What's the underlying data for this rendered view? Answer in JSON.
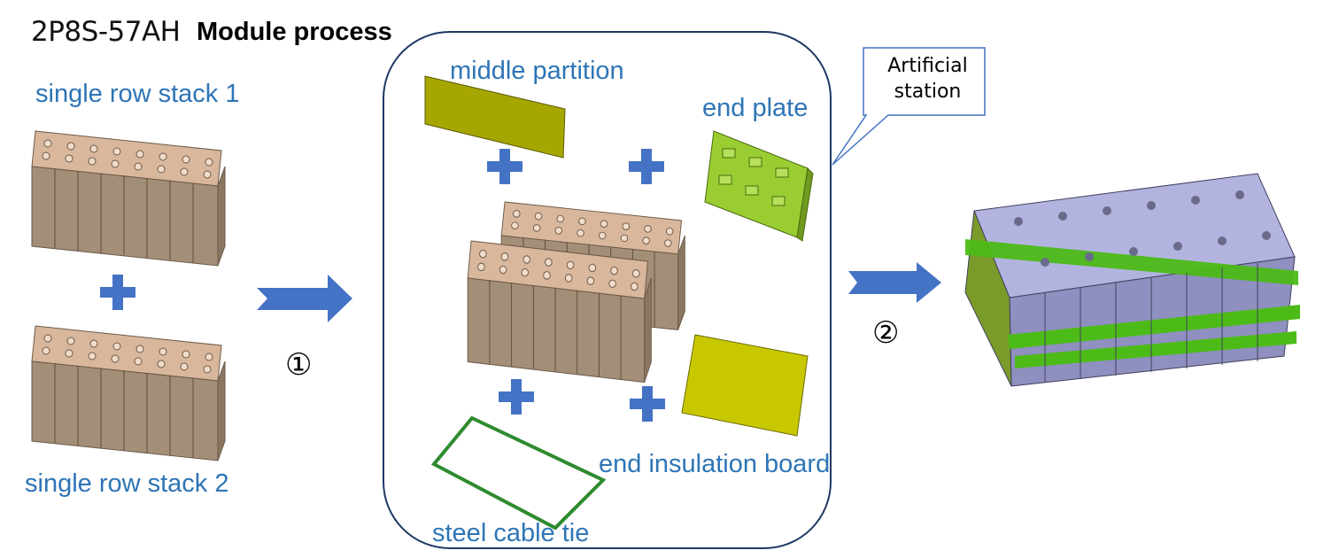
{
  "title": {
    "code": "2P8S-57AH",
    "main": "Module process"
  },
  "labels": {
    "stack1": "single row stack 1",
    "stack2": "single row stack 2",
    "middle_partition": "middle partition",
    "end_plate": "end plate",
    "end_insulation_board": "end insulation board",
    "steel_cable_tie": "steel cable tie"
  },
  "steps": {
    "step1": "①",
    "step2": "②"
  },
  "callout": {
    "line1": "Artificial",
    "line2": "station"
  },
  "colors": {
    "label_blue": "#2e75b6",
    "plus_blue": "#4472c4",
    "arrow_blue": "#4472c4",
    "cell_tan": "#d9b79c",
    "cell_side": "#9e8a73",
    "partition_olive": "#a6a600",
    "end_plate_green": "#9acd32",
    "insulation_yellow": "#c8c800",
    "cable_tie_green": "#2e8b2e",
    "module_lavender": "#a9a9d8",
    "strap_green": "#4cbb17",
    "frame_outline": "#1f3864"
  },
  "icons": [
    "plus-icon",
    "right-arrow-icon",
    "battery-cell-stack",
    "battery-module"
  ]
}
